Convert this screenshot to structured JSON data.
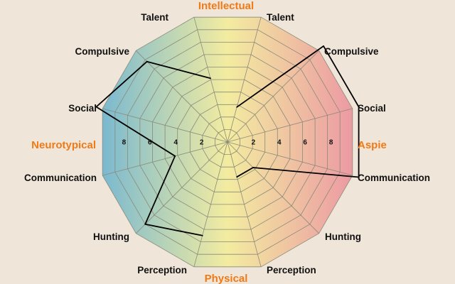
{
  "chart_data": {
    "type": "radar",
    "title": "",
    "colors": {
      "neurotypical": "#7ab9d0",
      "center": "#f3eca0",
      "aspie": "#ec9aa3",
      "grid": "#8a8a7a",
      "axis_label": "#111111",
      "direction_label": "#f07a16",
      "score_line": "#000000"
    },
    "directions": {
      "top": "Intellectual",
      "bottom": "Physical",
      "left": "Neurotypical",
      "right": "Aspie"
    },
    "left_categories": [
      "Talent",
      "Compulsive",
      "Social",
      "Communication",
      "Hunting",
      "Perception"
    ],
    "right_categories": [
      "Talent",
      "Compulsive",
      "Social",
      "Communication",
      "Hunting",
      "Perception"
    ],
    "ticks": [
      "2",
      "4",
      "6",
      "8"
    ],
    "tick_values": [
      2,
      4,
      6,
      8
    ],
    "rmax": 10,
    "series": [
      {
        "side": "neurotypical",
        "values": [
          5.1,
          8.8,
          10.5,
          4.2,
          9.0,
          7.5
        ]
      },
      {
        "side": "aspie",
        "values": [
          2.8,
          10.5,
          10.5,
          10.5,
          2.8,
          2.8
        ]
      }
    ]
  }
}
